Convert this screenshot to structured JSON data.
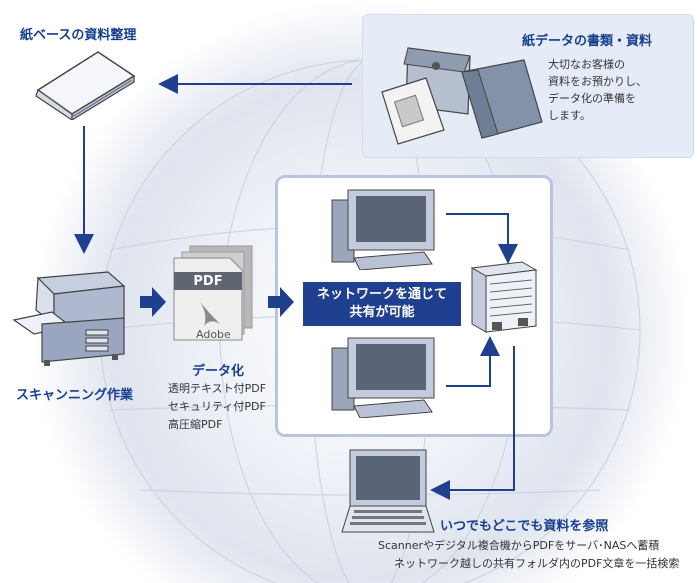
{
  "paper_workflow": {
    "title": "紙ベースの資料整理"
  },
  "paper_data": {
    "title": "紙データの書類・資料",
    "description": [
      "大切なお客様の",
      "資料をお預かりし、",
      "データ化の準備を",
      "します。"
    ]
  },
  "scanning": {
    "title": "スキャンニング作業"
  },
  "digitization": {
    "title": "データ化",
    "icon_label": "PDF",
    "icon_brand": "Adobe",
    "formats": [
      "透明テキスト付PDF",
      "セキュリティ付PDF",
      "高圧縮PDF"
    ]
  },
  "network": {
    "label_line1": "ネットワークを通じて",
    "label_line2": "共有が可能"
  },
  "access": {
    "title": "いつでもどこでも資料を参照",
    "notes": [
      "Scannerやデジタル複合機からPDFをサーバ･NASへ蓄積",
      "ネットワーク越しの共有フォルダ内のPDF文章を一括検索"
    ]
  },
  "colors": {
    "accent": "#163f8f",
    "panel": "#e6ecf7",
    "arrow": "#1f3f8f"
  }
}
